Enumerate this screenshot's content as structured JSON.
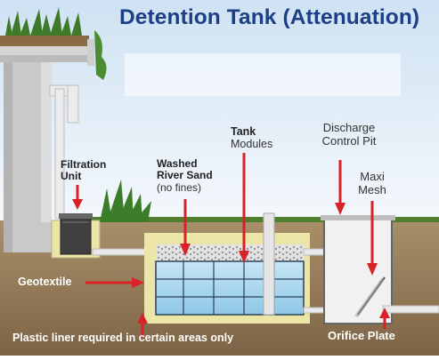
{
  "title": "Detention Tank (Attenuation)",
  "labels": {
    "filtration_line1": "Filtration",
    "filtration_line2": "Unit",
    "sand_line1": "Washed",
    "sand_line2": "River Sand",
    "sand_line3": "(no fines)",
    "tank_line1": "Tank",
    "tank_line2": "Modules",
    "discharge_line1": "Discharge",
    "discharge_line2": "Control Pit",
    "maxi_line1": "Maxi",
    "maxi_line2": "Mesh",
    "geotextile": "Geotextile",
    "liner_note": "Plastic liner required in certain areas only",
    "orifice": "Orifice Plate"
  },
  "colors": {
    "title": "#1c3f86",
    "sky": "#dbe9f6",
    "soil": "#9c8360",
    "sand": "#ece5a8",
    "water": "#a9d6ee",
    "arrow": "#d92228",
    "building": "#c9c9c9",
    "grass": "#4f7f2c"
  }
}
